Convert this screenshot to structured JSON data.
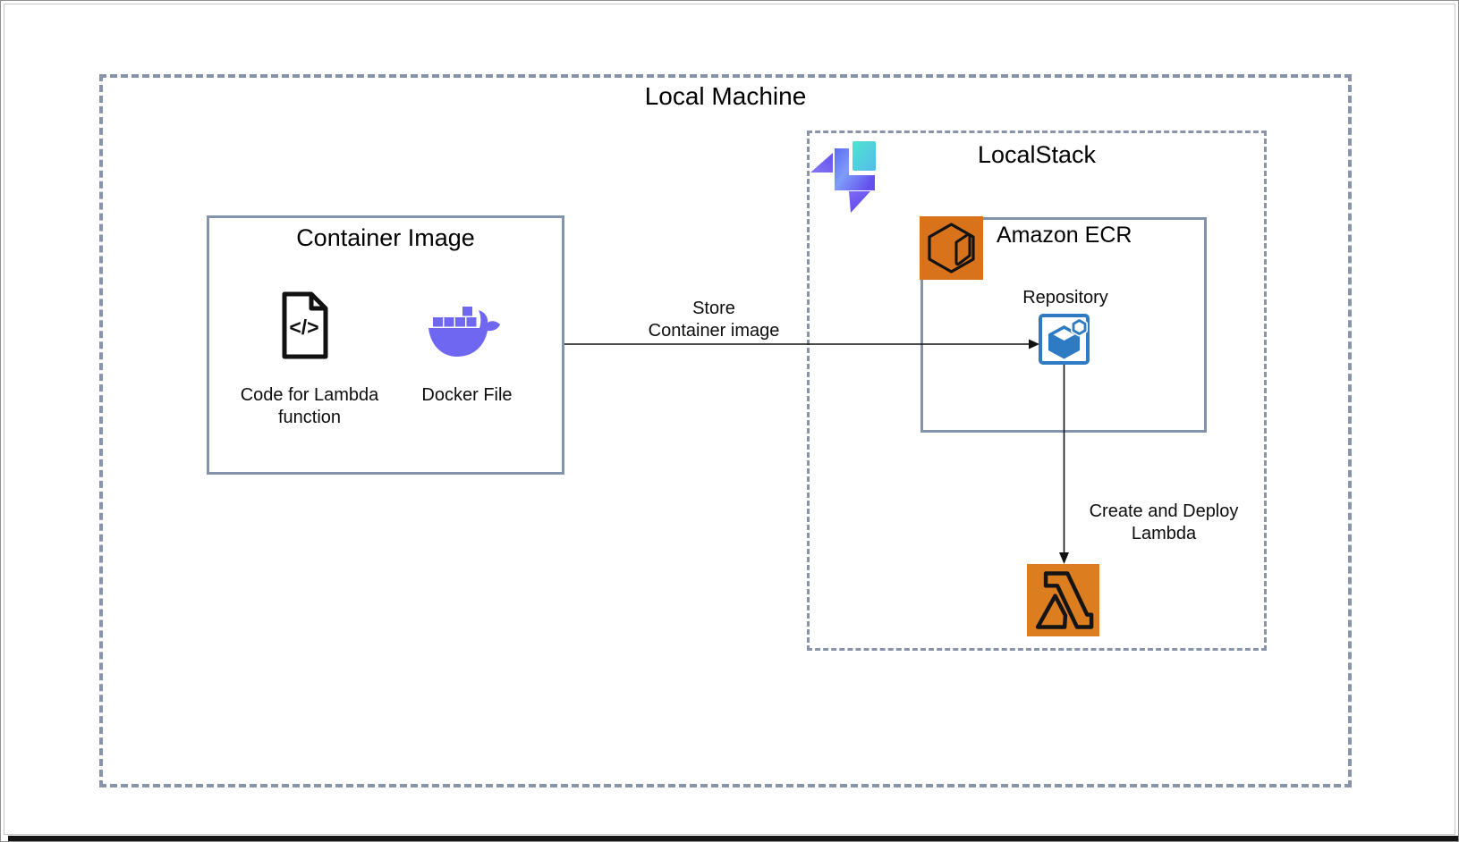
{
  "diagram": {
    "local_machine": {
      "title": "Local Machine"
    },
    "container_image": {
      "title": "Container Image",
      "items": [
        {
          "icon": "code-file-icon",
          "label": "Code for Lambda function",
          "label_lines": [
            "Code for Lambda",
            "function"
          ]
        },
        {
          "icon": "docker-icon",
          "label": "Docker File"
        }
      ]
    },
    "localstack": {
      "title": "LocalStack",
      "logo_icon": "localstack-logo",
      "ecr": {
        "title": "Amazon ECR",
        "service_icon": "amazon-ecr-icon",
        "repository": {
          "label": "Repository",
          "icon": "ecr-repository-icon"
        }
      },
      "lambda": {
        "icon": "aws-lambda-icon"
      }
    },
    "connections": [
      {
        "from": "container-image-box",
        "to": "ecr-repository-icon",
        "label": "Store Container image",
        "label_lines": [
          "Store",
          "Container image"
        ]
      },
      {
        "from": "ecr-repository-icon",
        "to": "aws-lambda-icon",
        "label": "Create and Deploy Lambda",
        "label_lines": [
          "Create and Deploy",
          "Lambda"
        ]
      }
    ]
  },
  "colors": {
    "dashed_border": "#8794A9",
    "solid_border": "#8494AC",
    "aws_orange": "#D9731B",
    "lambda_orange": "#DC7D20",
    "ecr_blue": "#2E7BC4",
    "docker_purple": "#6F67F2",
    "localstack_teal": "#4FE3CE",
    "localstack_purple": "#6553EE",
    "arrow_black": "#111111",
    "text": "#111111"
  }
}
